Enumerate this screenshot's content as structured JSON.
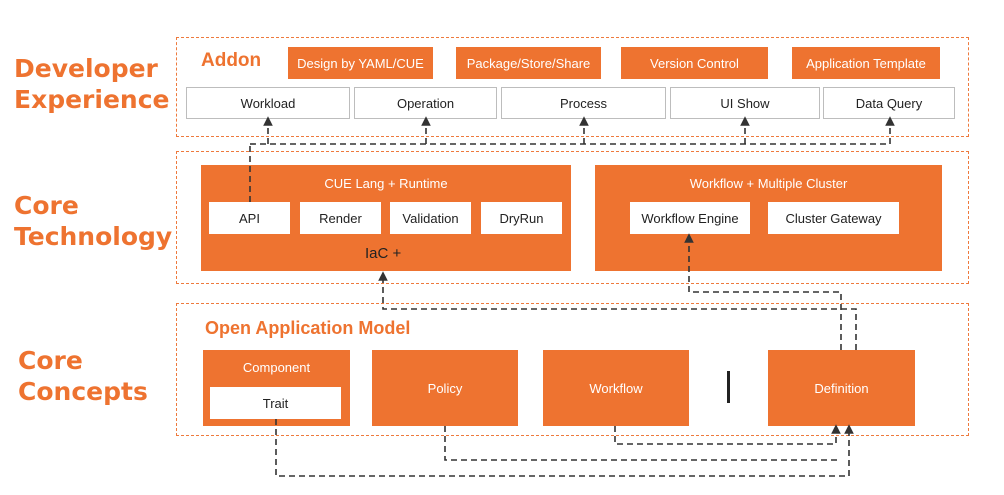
{
  "sections": {
    "developer_experience": [
      "Developer",
      "Experience"
    ],
    "core_technology": [
      "Core",
      "Technology"
    ],
    "core_concepts": [
      "Core",
      "Concepts"
    ]
  },
  "addon": {
    "title": "Addon",
    "features": [
      "Design by YAML/CUE",
      "Package/Store/Share",
      "Version Control",
      "Application Template"
    ],
    "capabilities": [
      "Workload",
      "Operation",
      "Process",
      "UI Show",
      "Data Query"
    ]
  },
  "cue": {
    "title": "CUE Lang + Runtime",
    "items": [
      "API",
      "Render",
      "Validation",
      "DryRun"
    ],
    "footer": "IaC +"
  },
  "workflow_cluster": {
    "title": "Workflow + Multiple Cluster",
    "items": [
      "Workflow Engine",
      "Cluster Gateway"
    ]
  },
  "oam": {
    "title": "Open Application Model",
    "component": "Component",
    "trait": "Trait",
    "policy": "Policy",
    "workflow": "Workflow",
    "definition": "Definition"
  },
  "colors": {
    "accent": "#ee7330",
    "dashed_border": "#ee7a3d",
    "connector": "#333333"
  }
}
